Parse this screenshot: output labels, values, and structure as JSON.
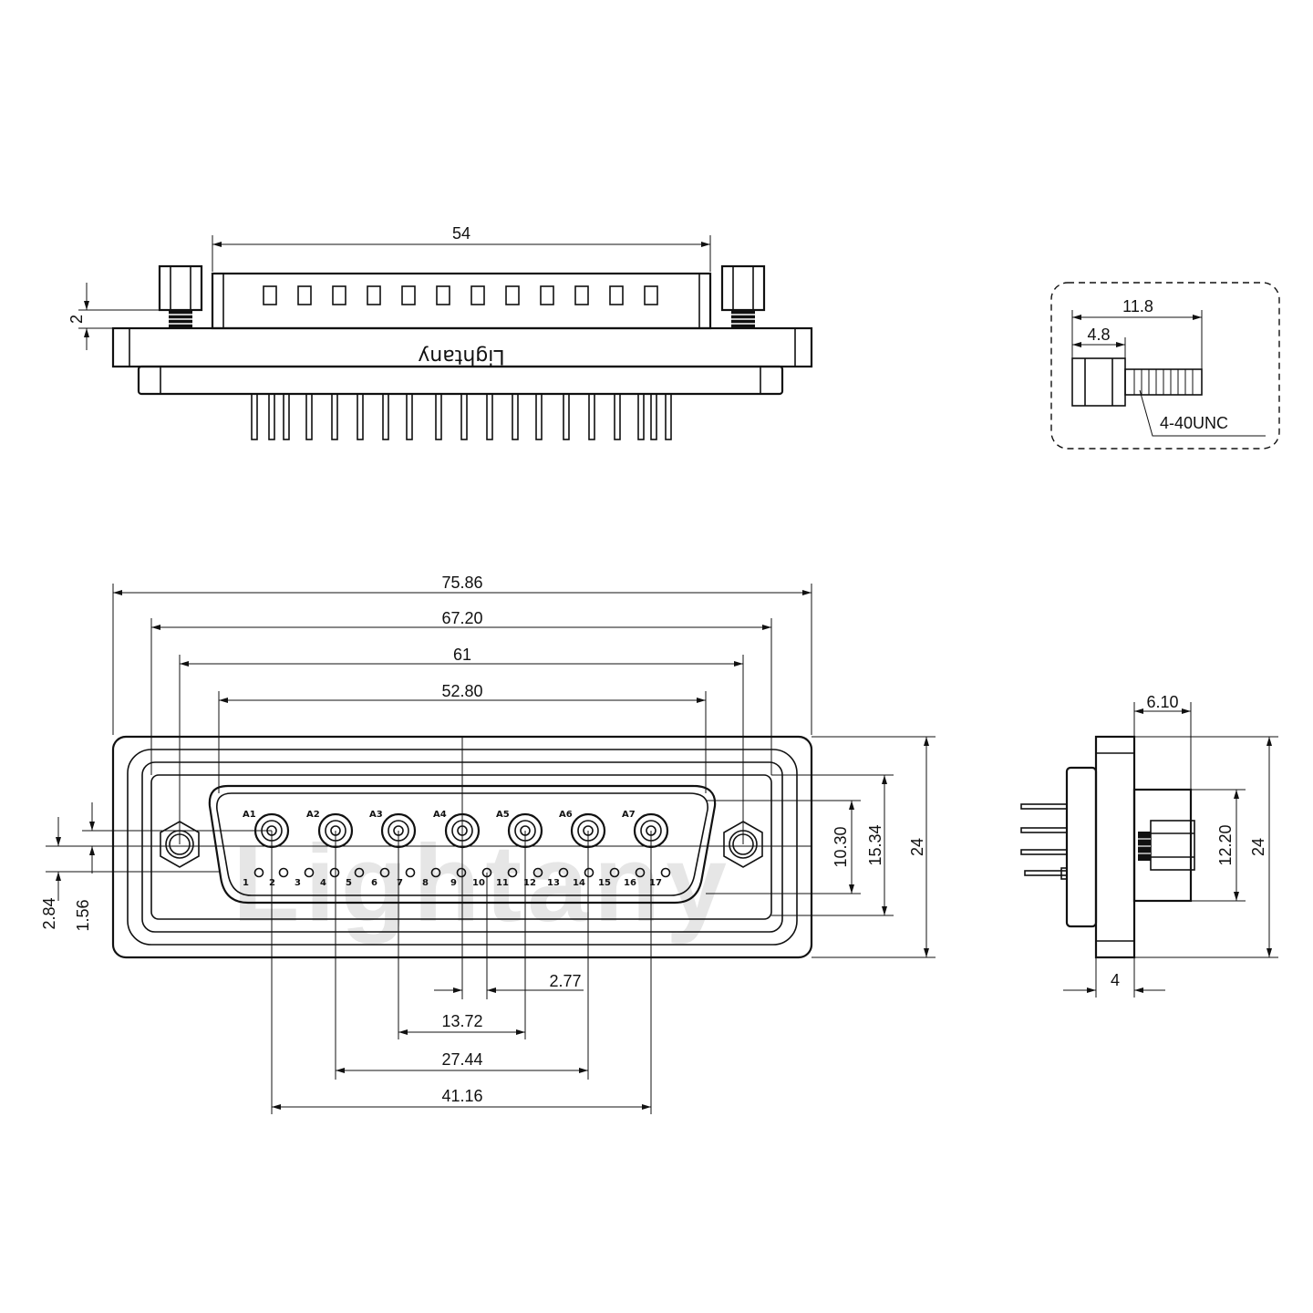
{
  "brand": "Lightany",
  "watermark": "Lightany",
  "top_view": {
    "dim_width": "54",
    "dim_standoff": "2"
  },
  "screw_detail": {
    "dim_total": "11.8",
    "dim_head": "4.8",
    "thread": "4-40UNC"
  },
  "front_view": {
    "dim_overall": "75.86",
    "dim_flange": "67.20",
    "dim_holes": "61",
    "dim_shell": "52.80",
    "dim_1": "2.77",
    "dim_2": "13.72",
    "dim_3": "27.44",
    "dim_4": "41.16",
    "dim_h1": "10.30",
    "dim_h2": "15.34",
    "dim_h3": "24",
    "dim_v1": "2.84",
    "dim_v2": "1.56",
    "coax_labels": [
      "A1",
      "A2",
      "A3",
      "A4",
      "A5",
      "A6",
      "A7"
    ],
    "signal_labels": [
      "1",
      "2",
      "3",
      "4",
      "5",
      "6",
      "7",
      "8",
      "9",
      "10",
      "11",
      "12",
      "13",
      "14",
      "15",
      "16",
      "17"
    ]
  },
  "side_view": {
    "dim_top": "6.10",
    "dim_height": "24",
    "dim_mid": "12.20",
    "dim_bottom": "4"
  }
}
